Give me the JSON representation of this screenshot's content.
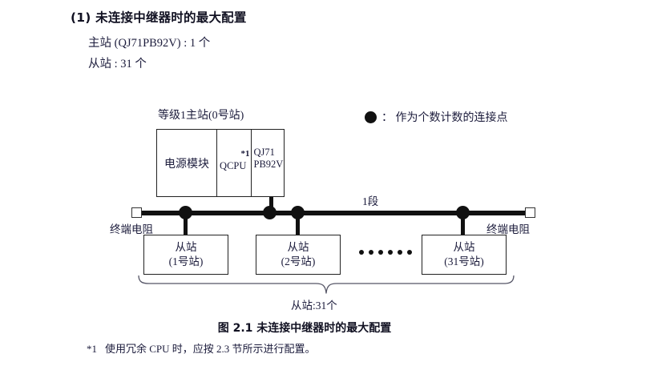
{
  "heading": {
    "number": "(1)",
    "text": "未连接中继器时的最大配置",
    "full": "(1) 未连接中继器时的最大配置"
  },
  "specs": {
    "master": "主站 (QJ71PB92V) : 1 个",
    "slave": "从站 : 31 个"
  },
  "legend": {
    "symbol": "filled-circle",
    "separator": "：",
    "text": "： 作为个数计数的连接点"
  },
  "diagram": {
    "master_station": {
      "label": "等级1主站(0号站)",
      "slots": [
        {
          "name": "power-module",
          "text": "电源模块"
        },
        {
          "name": "cpu-module",
          "text": "QCPU",
          "footnote_mark": "*1"
        },
        {
          "name": "network-module",
          "line1": "QJ71",
          "line2": "PB92V"
        }
      ]
    },
    "bus": {
      "segment_label": "1段",
      "terminator_left": "终端电阻",
      "terminator_right": "终端电阻",
      "connection_points": 4
    },
    "slaves": [
      {
        "title": "从站",
        "station": "(1号站)"
      },
      {
        "title": "从站",
        "station": "(2号站)"
      },
      {
        "title": "从站",
        "station": "(31号站)"
      }
    ],
    "ellipsis_dots": 6,
    "brace_label": "从站:31个"
  },
  "figure": {
    "caption": "图 2.1  未连接中继器时的最大配置"
  },
  "footnote": {
    "mark": "*1",
    "text": "使用冗余 CPU 时，应按 2.3 节所示进行配置。"
  },
  "colors": {
    "text": "#1c1c3c",
    "line": "#111111",
    "box_border": "#222222",
    "background": "#ffffff"
  }
}
